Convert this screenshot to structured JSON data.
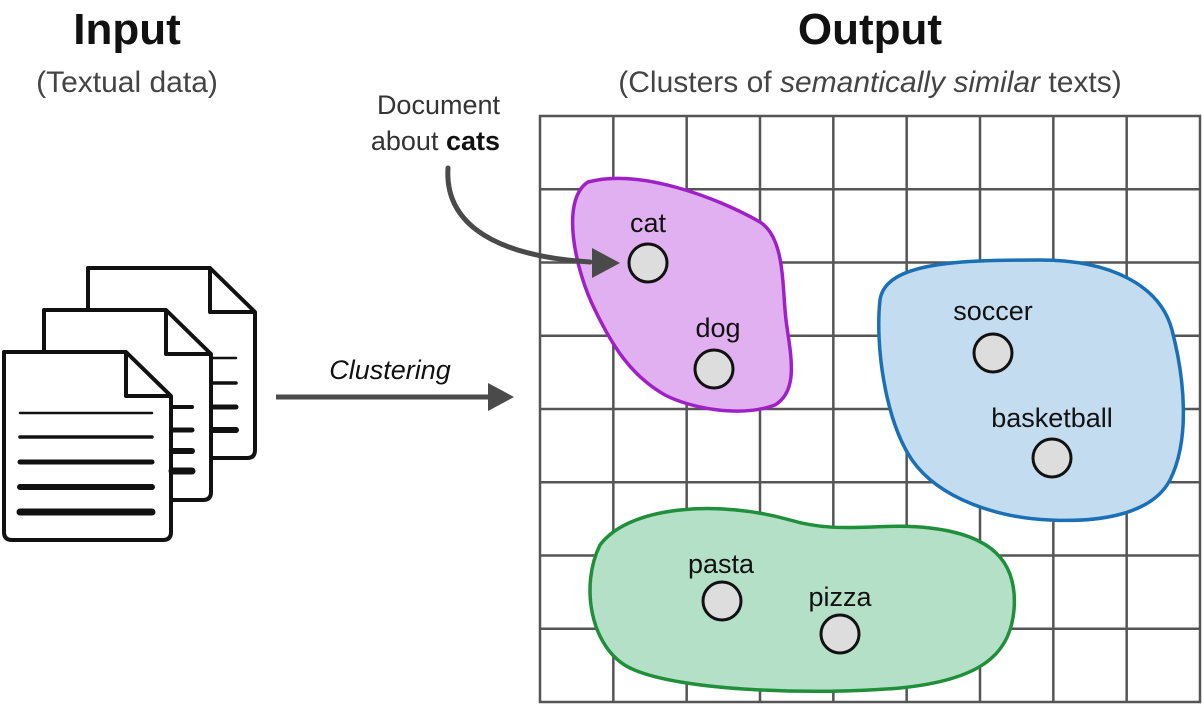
{
  "input": {
    "title": "Input",
    "subtitle": "(Textual data)"
  },
  "output": {
    "title": "Output",
    "subtitle_prefix": "(Clusters of ",
    "subtitle_emphasis": "semantically similar",
    "subtitle_suffix": " texts)"
  },
  "arrow": {
    "label": "Clustering"
  },
  "callout": {
    "line1": "Document",
    "line2_prefix": "about ",
    "line2_bold": "cats"
  },
  "clusters": [
    {
      "id": "animals",
      "color": "#a020c8",
      "fill": "#e0b0f0",
      "points": [
        {
          "label": "cat"
        },
        {
          "label": "dog"
        }
      ]
    },
    {
      "id": "sports",
      "color": "#1a6fb5",
      "fill": "#c4dcf0",
      "points": [
        {
          "label": "soccer"
        },
        {
          "label": "basketball"
        }
      ]
    },
    {
      "id": "food",
      "color": "#1f8f3a",
      "fill": "#b4e0c8",
      "points": [
        {
          "label": "pasta"
        },
        {
          "label": "pizza"
        }
      ]
    }
  ],
  "colors": {
    "grid": "#555555",
    "arrow": "#4a4a4a",
    "point_fill": "#dddddd",
    "point_stroke": "#111111"
  }
}
